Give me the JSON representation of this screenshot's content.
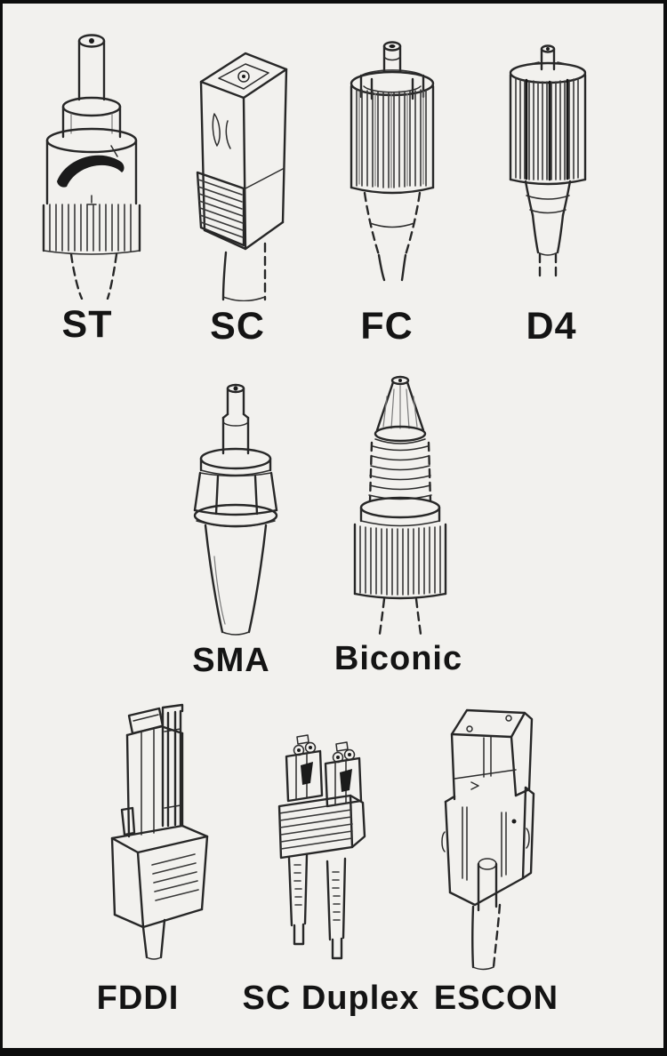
{
  "figure": {
    "subject": "Fiber optic connector types diagram",
    "background_color": "#f2f1ee",
    "ink_color": "#272727",
    "frame_color": "#0d0d0d",
    "rows": [
      {
        "items": [
          {
            "name": "st",
            "label": "ST"
          },
          {
            "name": "sc",
            "label": "SC"
          },
          {
            "name": "fc",
            "label": "FC"
          },
          {
            "name": "d4",
            "label": "D4"
          }
        ]
      },
      {
        "items": [
          {
            "name": "sma",
            "label": "SMA"
          },
          {
            "name": "biconic",
            "label": "Biconic"
          }
        ]
      },
      {
        "items": [
          {
            "name": "fddi",
            "label": "FDDI"
          },
          {
            "name": "sc-duplex",
            "label": "SC Duplex"
          },
          {
            "name": "escon",
            "label": "ESCON"
          }
        ]
      }
    ]
  }
}
